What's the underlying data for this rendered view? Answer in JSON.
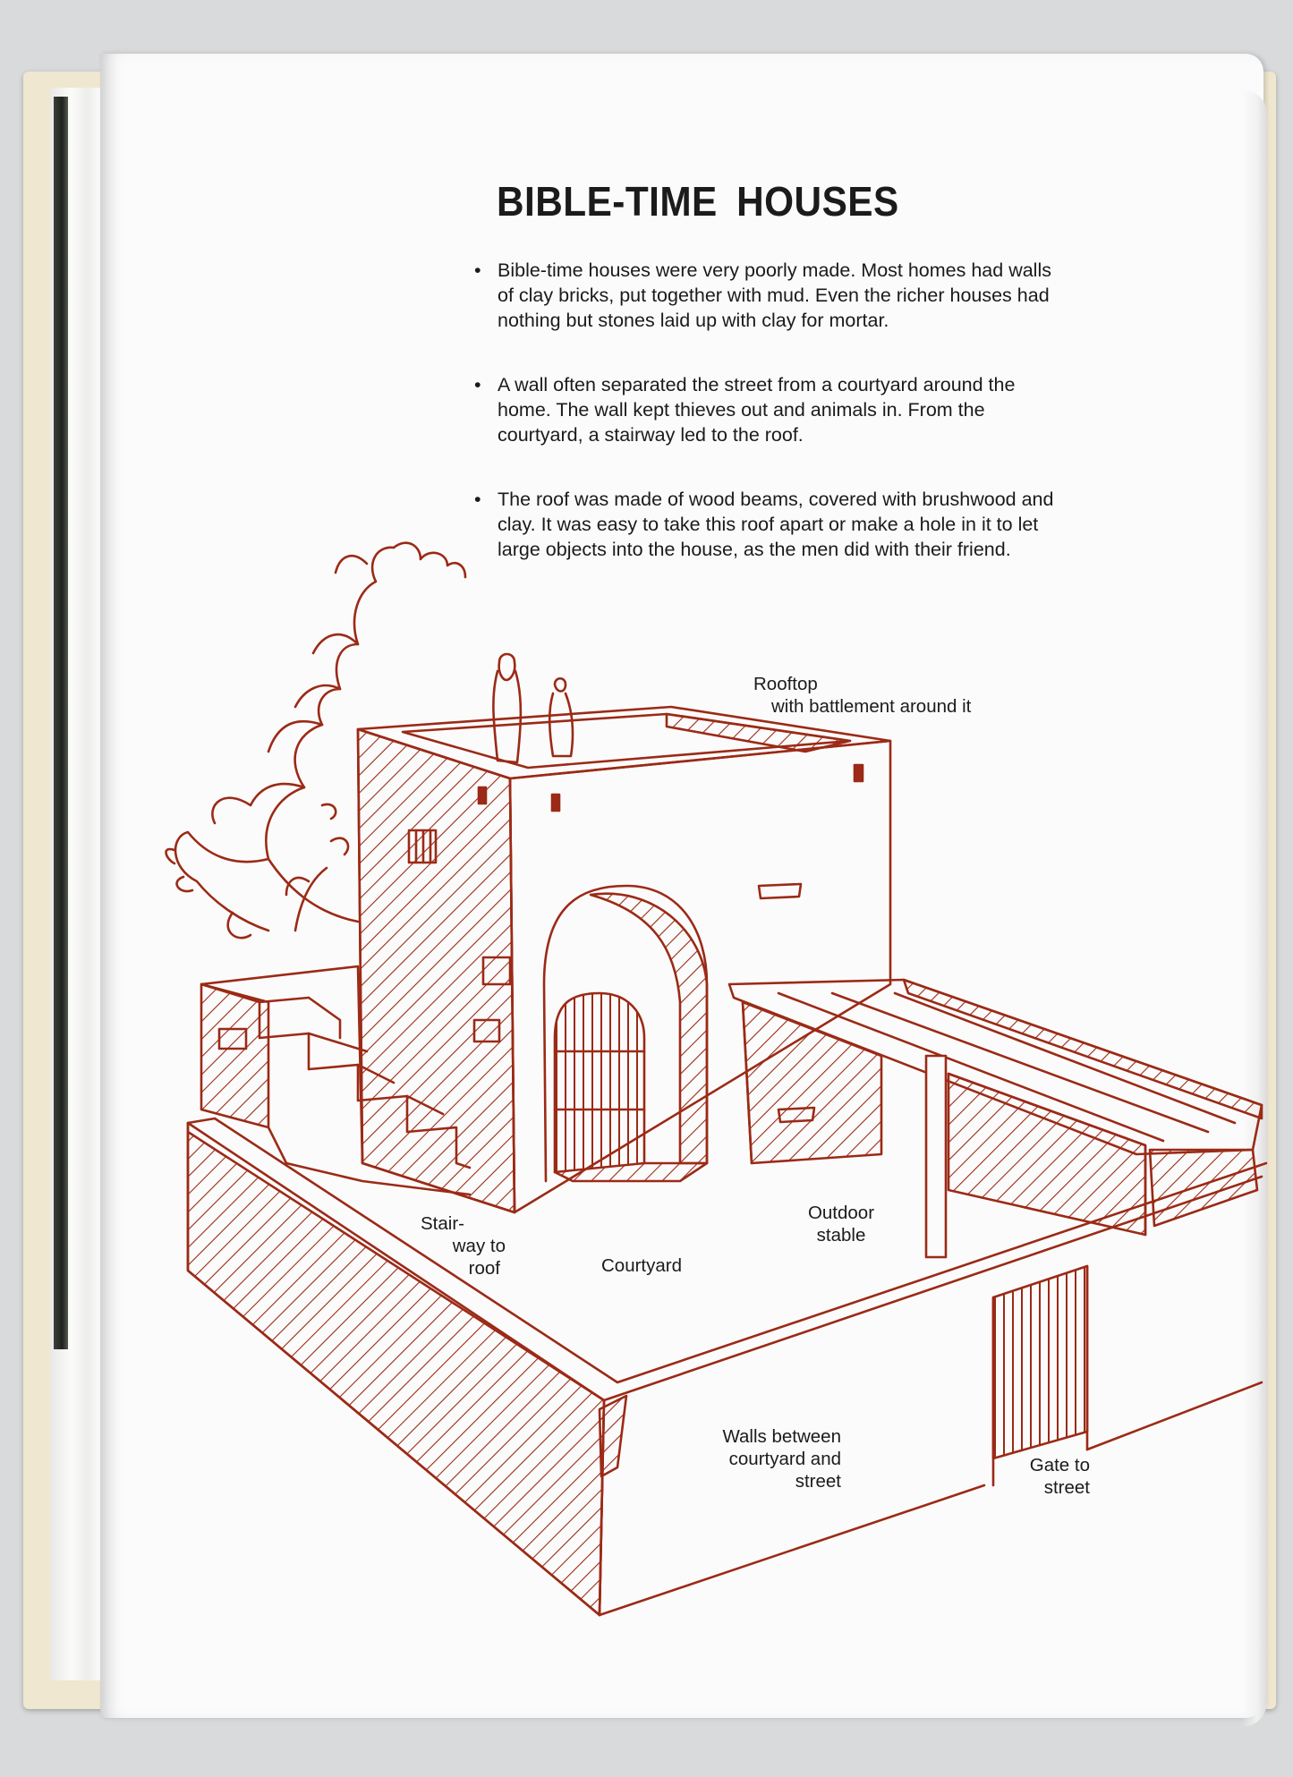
{
  "page": {
    "title": "BIBLE-TIME HOUSES",
    "bullets": [
      "Bible-time houses were very poorly made. Most homes had walls of clay bricks, put together with mud. Even the richer houses had nothing but stones laid up with clay for mortar.",
      "A wall often separated the street from a courtyard around the home. The wall kept thieves out and animals in. From the courtyard, a stairway led to the roof.",
      "The roof was made of wood beams, covered with brushwood and clay. It was easy to take this roof apart or make a hole in it to let large objects into the house, as the men did with their friend."
    ],
    "bullet_symbol": "•"
  },
  "illustration": {
    "line_color": "#9b2a16",
    "labels": {
      "rooftop_1": "Rooftop",
      "rooftop_2": "with battlement around it",
      "stairway_1": "Stair-",
      "stairway_2": "way to",
      "stairway_3": "roof",
      "courtyard": "Courtyard",
      "stable_1": "Outdoor",
      "stable_2": "stable",
      "walls_1": "Walls between",
      "walls_2": "courtyard and",
      "walls_3": "street",
      "gate_1": "Gate to",
      "gate_2": "street"
    }
  }
}
